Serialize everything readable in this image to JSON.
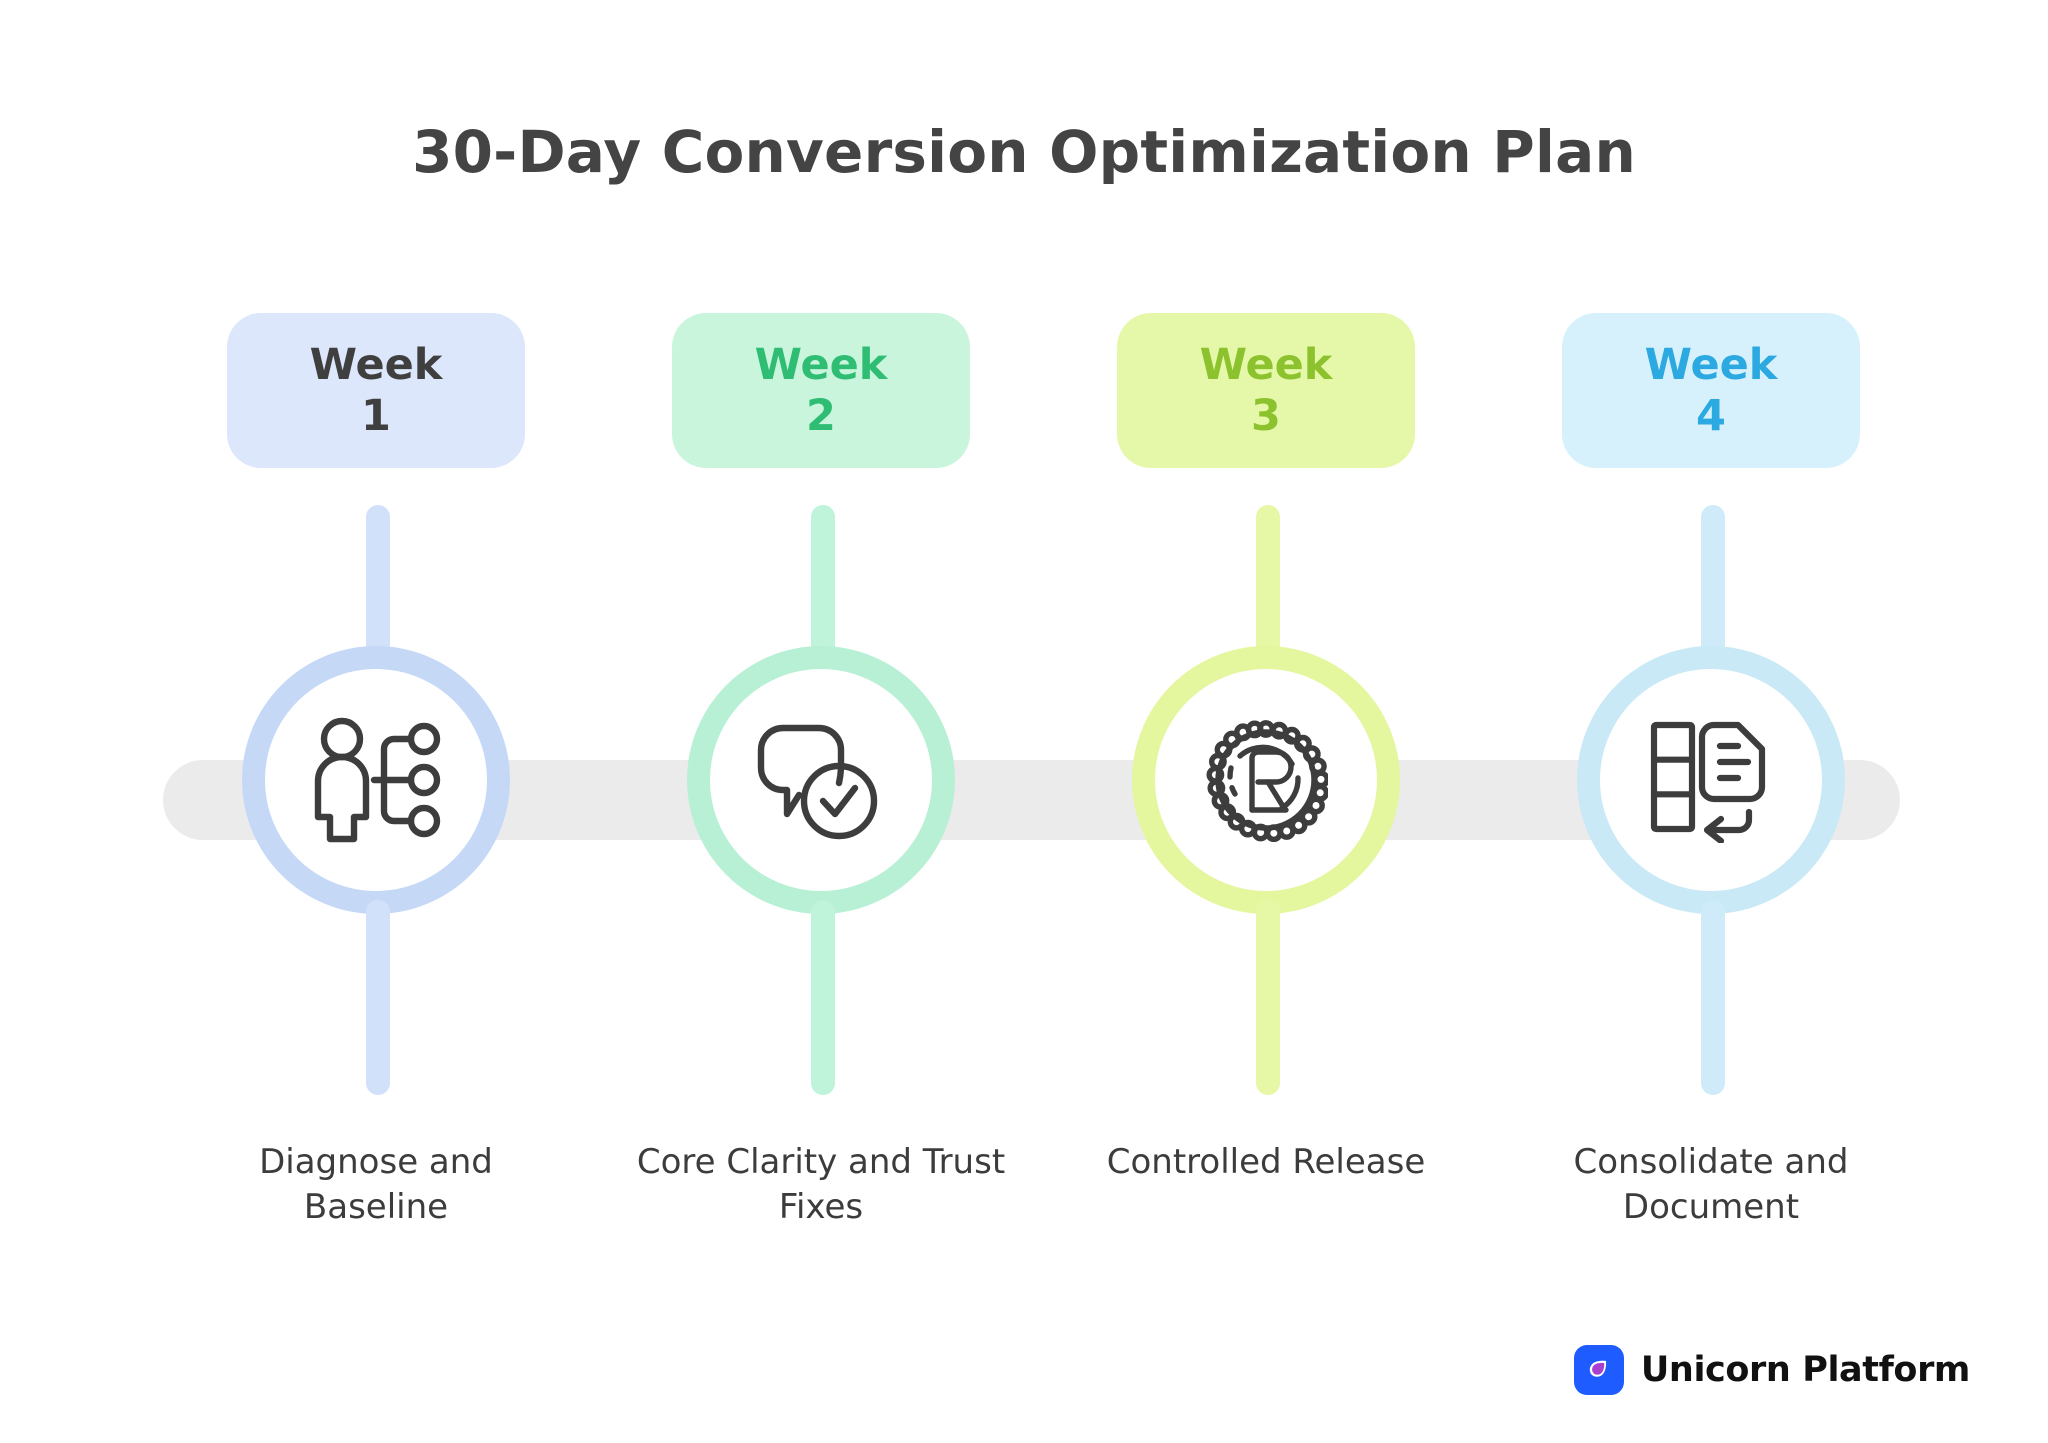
{
  "title": "30-Day Conversion Optimization Plan",
  "steps": [
    {
      "badge_label": "Week",
      "badge_number": "1",
      "caption": "Diagnose and Baseline",
      "icon": "user-branching-tree-icon",
      "badge_bg": "#dce7fb",
      "badge_text": "#3f3f3f",
      "ring": "#c5d9f7",
      "stem": "#d2e1fa"
    },
    {
      "badge_label": "Week",
      "badge_number": "2",
      "caption": "Core Clarity and Trust Fixes",
      "icon": "speech-bubble-check-icon",
      "badge_bg": "#c9f5dd",
      "badge_text": "#2fbd74",
      "ring": "#b8f0d5",
      "stem": "#bff3da"
    },
    {
      "badge_label": "Week",
      "badge_number": "3",
      "caption": "Controlled Release",
      "icon": "gear-r-icon",
      "badge_bg": "#e5f8a9",
      "badge_text": "#8cc22e",
      "ring": "#e4f79f",
      "stem": "#e6f8a6"
    },
    {
      "badge_label": "Week",
      "badge_number": "4",
      "caption": "Consolidate and Document",
      "icon": "document-stack-return-icon",
      "badge_bg": "#d7f1fc",
      "badge_text": "#2ba9e0",
      "ring": "#c9e9f7",
      "stem": "#cfebf9"
    }
  ],
  "rail_color": "#ebebeb",
  "icon_stroke": "#3d3d3d",
  "brand": {
    "name": "Unicorn Platform",
    "mark_bg": "#1f5cff",
    "mark_drop": "#a83fd0",
    "mark_icon": "unicorn-droplet-logo-icon"
  }
}
